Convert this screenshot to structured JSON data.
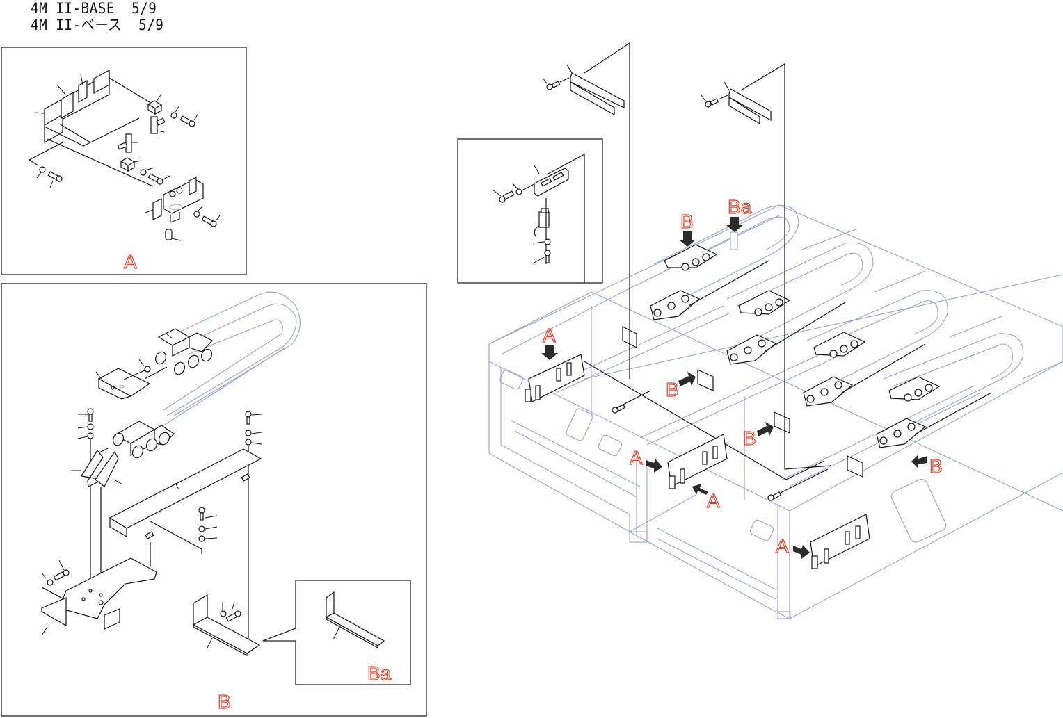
{
  "header": {
    "title_en": "4M II-BASE  5/9",
    "title_ja": "4M II-ベース  5/9"
  },
  "panels": {
    "detail_a": {
      "label": "A",
      "description": "Valve manifold assembly with bracket, fittings, washers and bolts"
    },
    "detail_b": {
      "label": "B",
      "description": "Cable carrier (drag chain) with end brackets, support channel, mounting plate, washers and screws"
    },
    "detail_ba": {
      "label": "Ba",
      "description": "Alternate L-bracket variant"
    },
    "detail_connector": {
      "description": "Connector bracket with connector, washers and screws"
    }
  },
  "main_view": {
    "description": "Isometric base frame with four cable carriers",
    "callouts": [
      {
        "label": "B",
        "arrow": "down"
      },
      {
        "label": "Ba",
        "arrow": "down"
      },
      {
        "label": "A",
        "arrow": "down"
      },
      {
        "label": "B",
        "arrow": "right"
      },
      {
        "label": "B",
        "arrow": "right"
      },
      {
        "label": "A",
        "arrow": "right"
      },
      {
        "label": "A",
        "arrow": "up-left"
      },
      {
        "label": "B",
        "arrow": "left"
      },
      {
        "label": "A",
        "arrow": "right"
      }
    ]
  },
  "colors": {
    "callout_red": "#e8402a",
    "frame_blue": "#9aa3cc",
    "line_black": "#111111",
    "arrow_dark": "#2b2b2b"
  }
}
